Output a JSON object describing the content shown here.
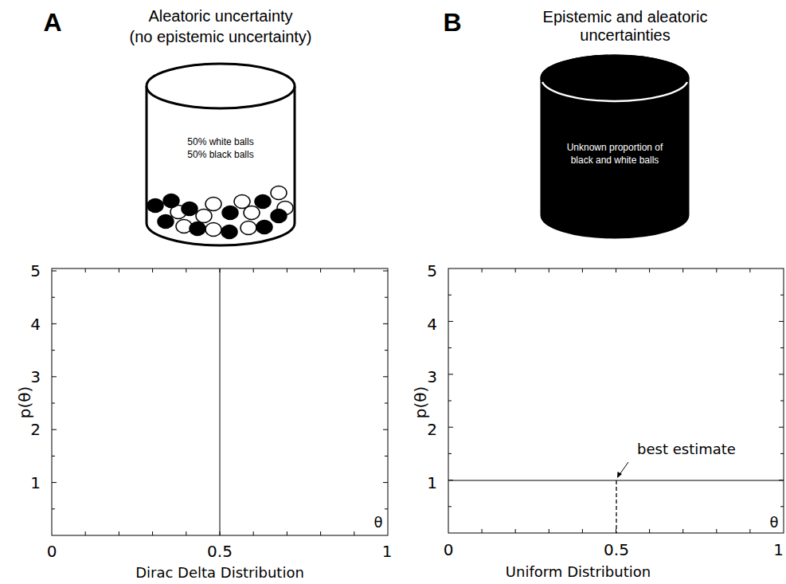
{
  "diagram": {
    "nodes": [
      {
        "text": [
          "50% white balls",
          "50% black balls"
        ]
      },
      {
        "text": [
          "Unknown proportion of black and white balls"
        ]
      }
    ],
    "labels": [
      "A",
      "Aleatoric uncertainty",
      "(no epistemic uncertainty)",
      "B",
      "Epistemic and aleatoric uncertainties",
      "5",
      "4",
      "3",
      "2",
      "1",
      "p(θ)",
      "θ",
      "0",
      "0.5",
      "1",
      "Dirac Delta Distribution",
      "5",
      "4",
      "3",
      "2",
      "1",
      "p(θ)",
      "θ",
      "best estimate",
      "0",
      "0.5",
      "1",
      "Uniform Distribution"
    ]
  }
}
